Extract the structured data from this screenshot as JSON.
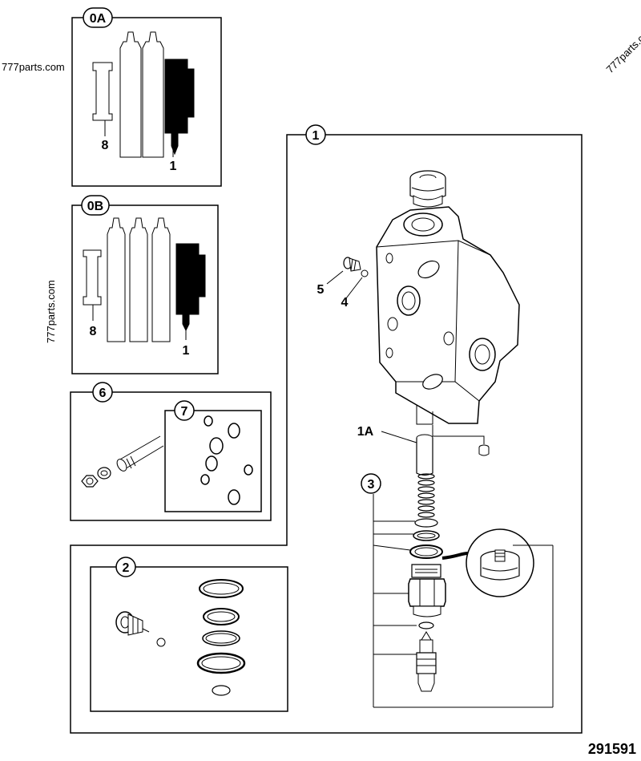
{
  "watermark": "777parts.com",
  "diagram_number": "291591",
  "callouts": {
    "kit_0a": "0A",
    "kit_0b": "0B",
    "valve_assembly": "1",
    "seal_kit_2": "2",
    "cartridge_3": "3",
    "tie_rod_kit_6": "6",
    "oring_kit_7": "7"
  },
  "part_labels": {
    "kit_0a_cover": "8",
    "kit_0a_section": "1",
    "kit_0b_cover": "8",
    "kit_0b_section": "1",
    "spool": "1A",
    "plug": "5",
    "ball": "4"
  }
}
